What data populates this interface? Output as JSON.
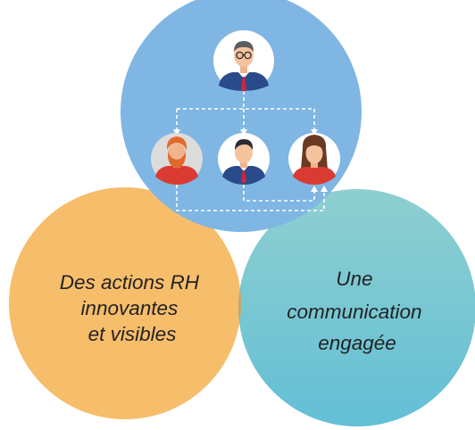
{
  "circles": {
    "left": {
      "lines": [
        "Des actions RH",
        "innovantes",
        "et visibles"
      ],
      "color": "#f6bd6b"
    },
    "right": {
      "lines": [
        "Une",
        "communication",
        "engagée"
      ],
      "color_top": "#8ecfcf",
      "color_bottom": "#63bfd6"
    },
    "top": {
      "color": "#7fb6e3",
      "org_chart": {
        "manager": {
          "icon": "manager-with-glasses-icon"
        },
        "members": [
          {
            "icon": "red-haired-bearded-man-icon"
          },
          {
            "icon": "man-in-suit-icon"
          },
          {
            "icon": "woman-with-long-hair-icon"
          }
        ]
      }
    }
  },
  "colors": {
    "text": "#222222",
    "connector": "#ffffff",
    "overlap_left_right": "#c9a566"
  }
}
